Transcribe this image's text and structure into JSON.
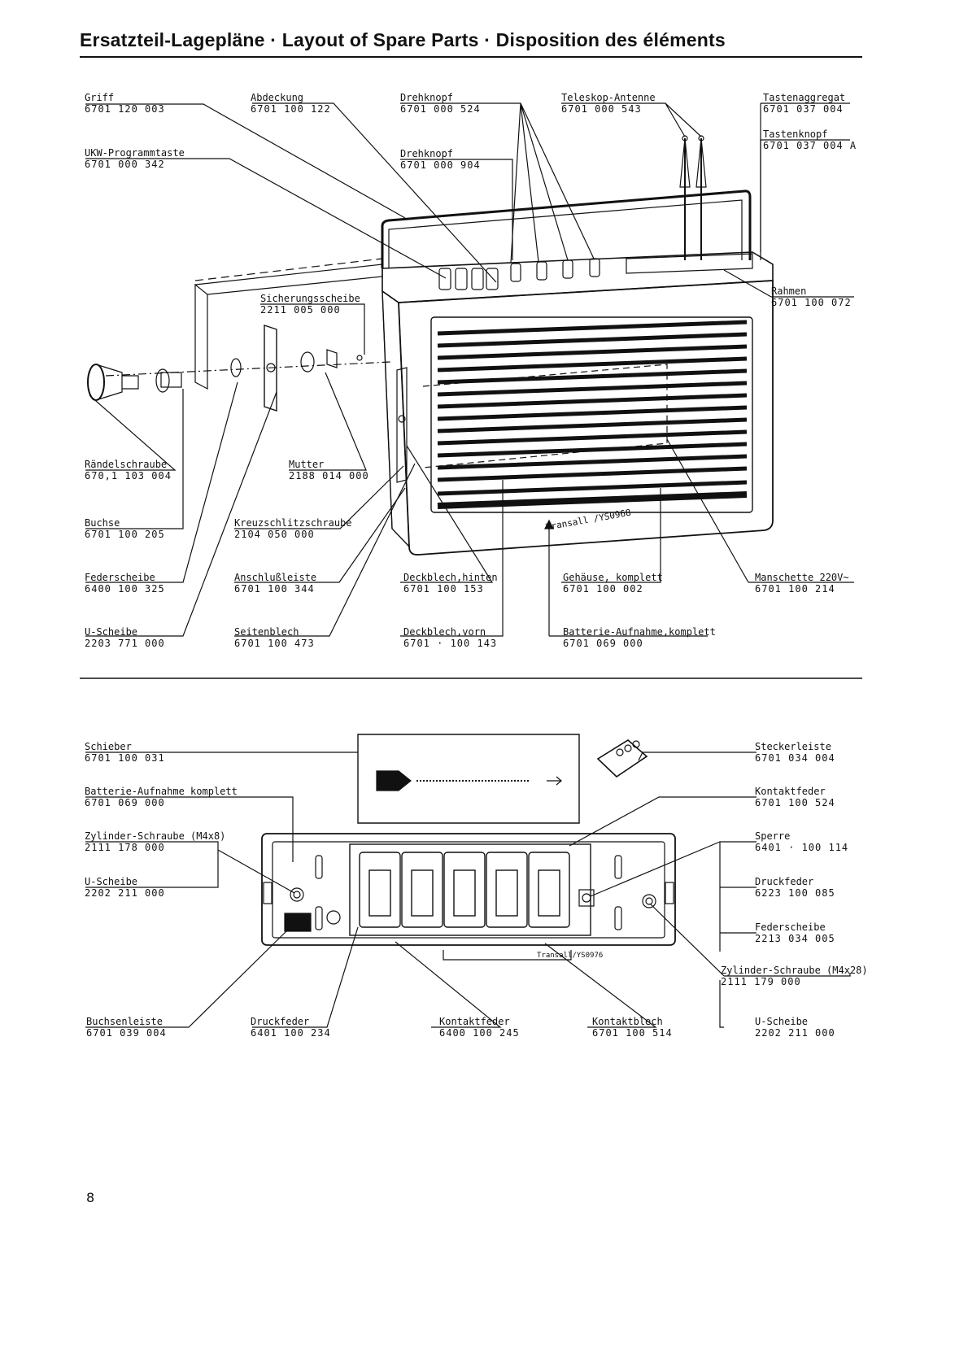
{
  "header": {
    "title": "Ersatzteil-Lagepläne · Layout of Spare Parts · Disposition des éléments"
  },
  "radio_parts": [
    {
      "id": "griff",
      "name": "Griff",
      "part_no": "6701 120 003"
    },
    {
      "id": "abdeckung",
      "name": "Abdeckung",
      "part_no": "6701 100 122"
    },
    {
      "id": "drehknopf1",
      "name": "Drehknopf",
      "part_no": "6701 000 524"
    },
    {
      "id": "antenne",
      "name": "Teleskop-Antenne",
      "part_no": "6701 000 543"
    },
    {
      "id": "tastenaggregat",
      "name": "Tastenaggregat",
      "part_no": "6701 037 004"
    },
    {
      "id": "tastenknopf",
      "name": "Tastenknopf",
      "part_no": "6701 037 004 A"
    },
    {
      "id": "ukw",
      "name": "UKW-Programmtaste",
      "part_no": "6701 000 342"
    },
    {
      "id": "drehknopf2",
      "name": "Drehknopf",
      "part_no": "6701 000 904"
    },
    {
      "id": "sicherungsscheibe",
      "name": "Sicherungsscheibe",
      "part_no": "2211 005 000"
    },
    {
      "id": "rahmen",
      "name": "Rahmen",
      "part_no": "6701 100 072"
    },
    {
      "id": "raendelschraube",
      "name": "Rändelschraube",
      "part_no": "670,1 103 004"
    },
    {
      "id": "mutter",
      "name": "Mutter",
      "part_no": "2188 014 000"
    },
    {
      "id": "buchse",
      "name": "Buchse",
      "part_no": "6701 100 205"
    },
    {
      "id": "kreuzschlitz",
      "name": "Kreuzschlitzschraube",
      "part_no": "2104 050 000"
    },
    {
      "id": "federscheibe1",
      "name": "Federscheibe",
      "part_no": "6400 100 325"
    },
    {
      "id": "anschluss",
      "name": "Anschlußleiste",
      "part_no": "6701 100 344"
    },
    {
      "id": "deckblech_hinten",
      "name": "Deckblech,hinten",
      "part_no": "6701 100 153"
    },
    {
      "id": "gehaeuse",
      "name": "Gehäuse, komplett",
      "part_no": "6701 100 002"
    },
    {
      "id": "manschette",
      "name": "Manschette 220V~",
      "part_no": "6701 100 214"
    },
    {
      "id": "u_scheibe1",
      "name": "U-Scheibe",
      "part_no": "2203 771 000"
    },
    {
      "id": "seitenblech",
      "name": "Seitenblech",
      "part_no": "6701 100 473"
    },
    {
      "id": "deckblech_vorn",
      "name": "Deckblech,vorn",
      "part_no": "6701 · 100 143"
    },
    {
      "id": "batterie1",
      "name": "Batterie-Aufnahme,komplett",
      "part_no": "6701 069 000"
    }
  ],
  "radio_marking": "Transall /YS0968",
  "battery_parts": [
    {
      "id": "schieber",
      "name": "Schieber",
      "part_no": "6701 100 031"
    },
    {
      "id": "batterie2",
      "name": "Batterie-Aufnahme komplett",
      "part_no": "6701 069 000"
    },
    {
      "id": "zylinder1",
      "name": "Zylinder-Schraube (M4x8)",
      "part_no": "2111 178 000"
    },
    {
      "id": "u_scheibe2",
      "name": "U-Scheibe",
      "part_no": "2202 211 000"
    },
    {
      "id": "steckerleiste",
      "name": "Steckerleiste",
      "part_no": "6701 034 004"
    },
    {
      "id": "kontaktfeder1",
      "name": "Kontaktfeder",
      "part_no": "6701 100 524"
    },
    {
      "id": "sperre",
      "name": "Sperre",
      "part_no": "6401 · 100 114"
    },
    {
      "id": "druckfeder1",
      "name": "Druckfeder",
      "part_no": "6223 100 085"
    },
    {
      "id": "federscheibe2",
      "name": "Federscheibe",
      "part_no": "2213 034 005"
    },
    {
      "id": "zylinder2",
      "name": "Zylinder-Schraube (M4x28)",
      "part_no": "2111 179 000"
    },
    {
      "id": "u_scheibe3",
      "name": "U-Scheibe",
      "part_no": "2202 211 000"
    },
    {
      "id": "buchsenleiste",
      "name": "Buchsenleiste",
      "part_no": "6701 039 004"
    },
    {
      "id": "druckfeder2",
      "name": "Druckfeder",
      "part_no": "6401 100 234"
    },
    {
      "id": "kontaktfeder2",
      "name": "Kontaktfeder",
      "part_no": "6400 100 245"
    },
    {
      "id": "kontaktblech",
      "name": "Kontaktblech",
      "part_no": "6701 100 514"
    }
  ],
  "battery_marking": "Transall/YS0976",
  "page_number": "8"
}
